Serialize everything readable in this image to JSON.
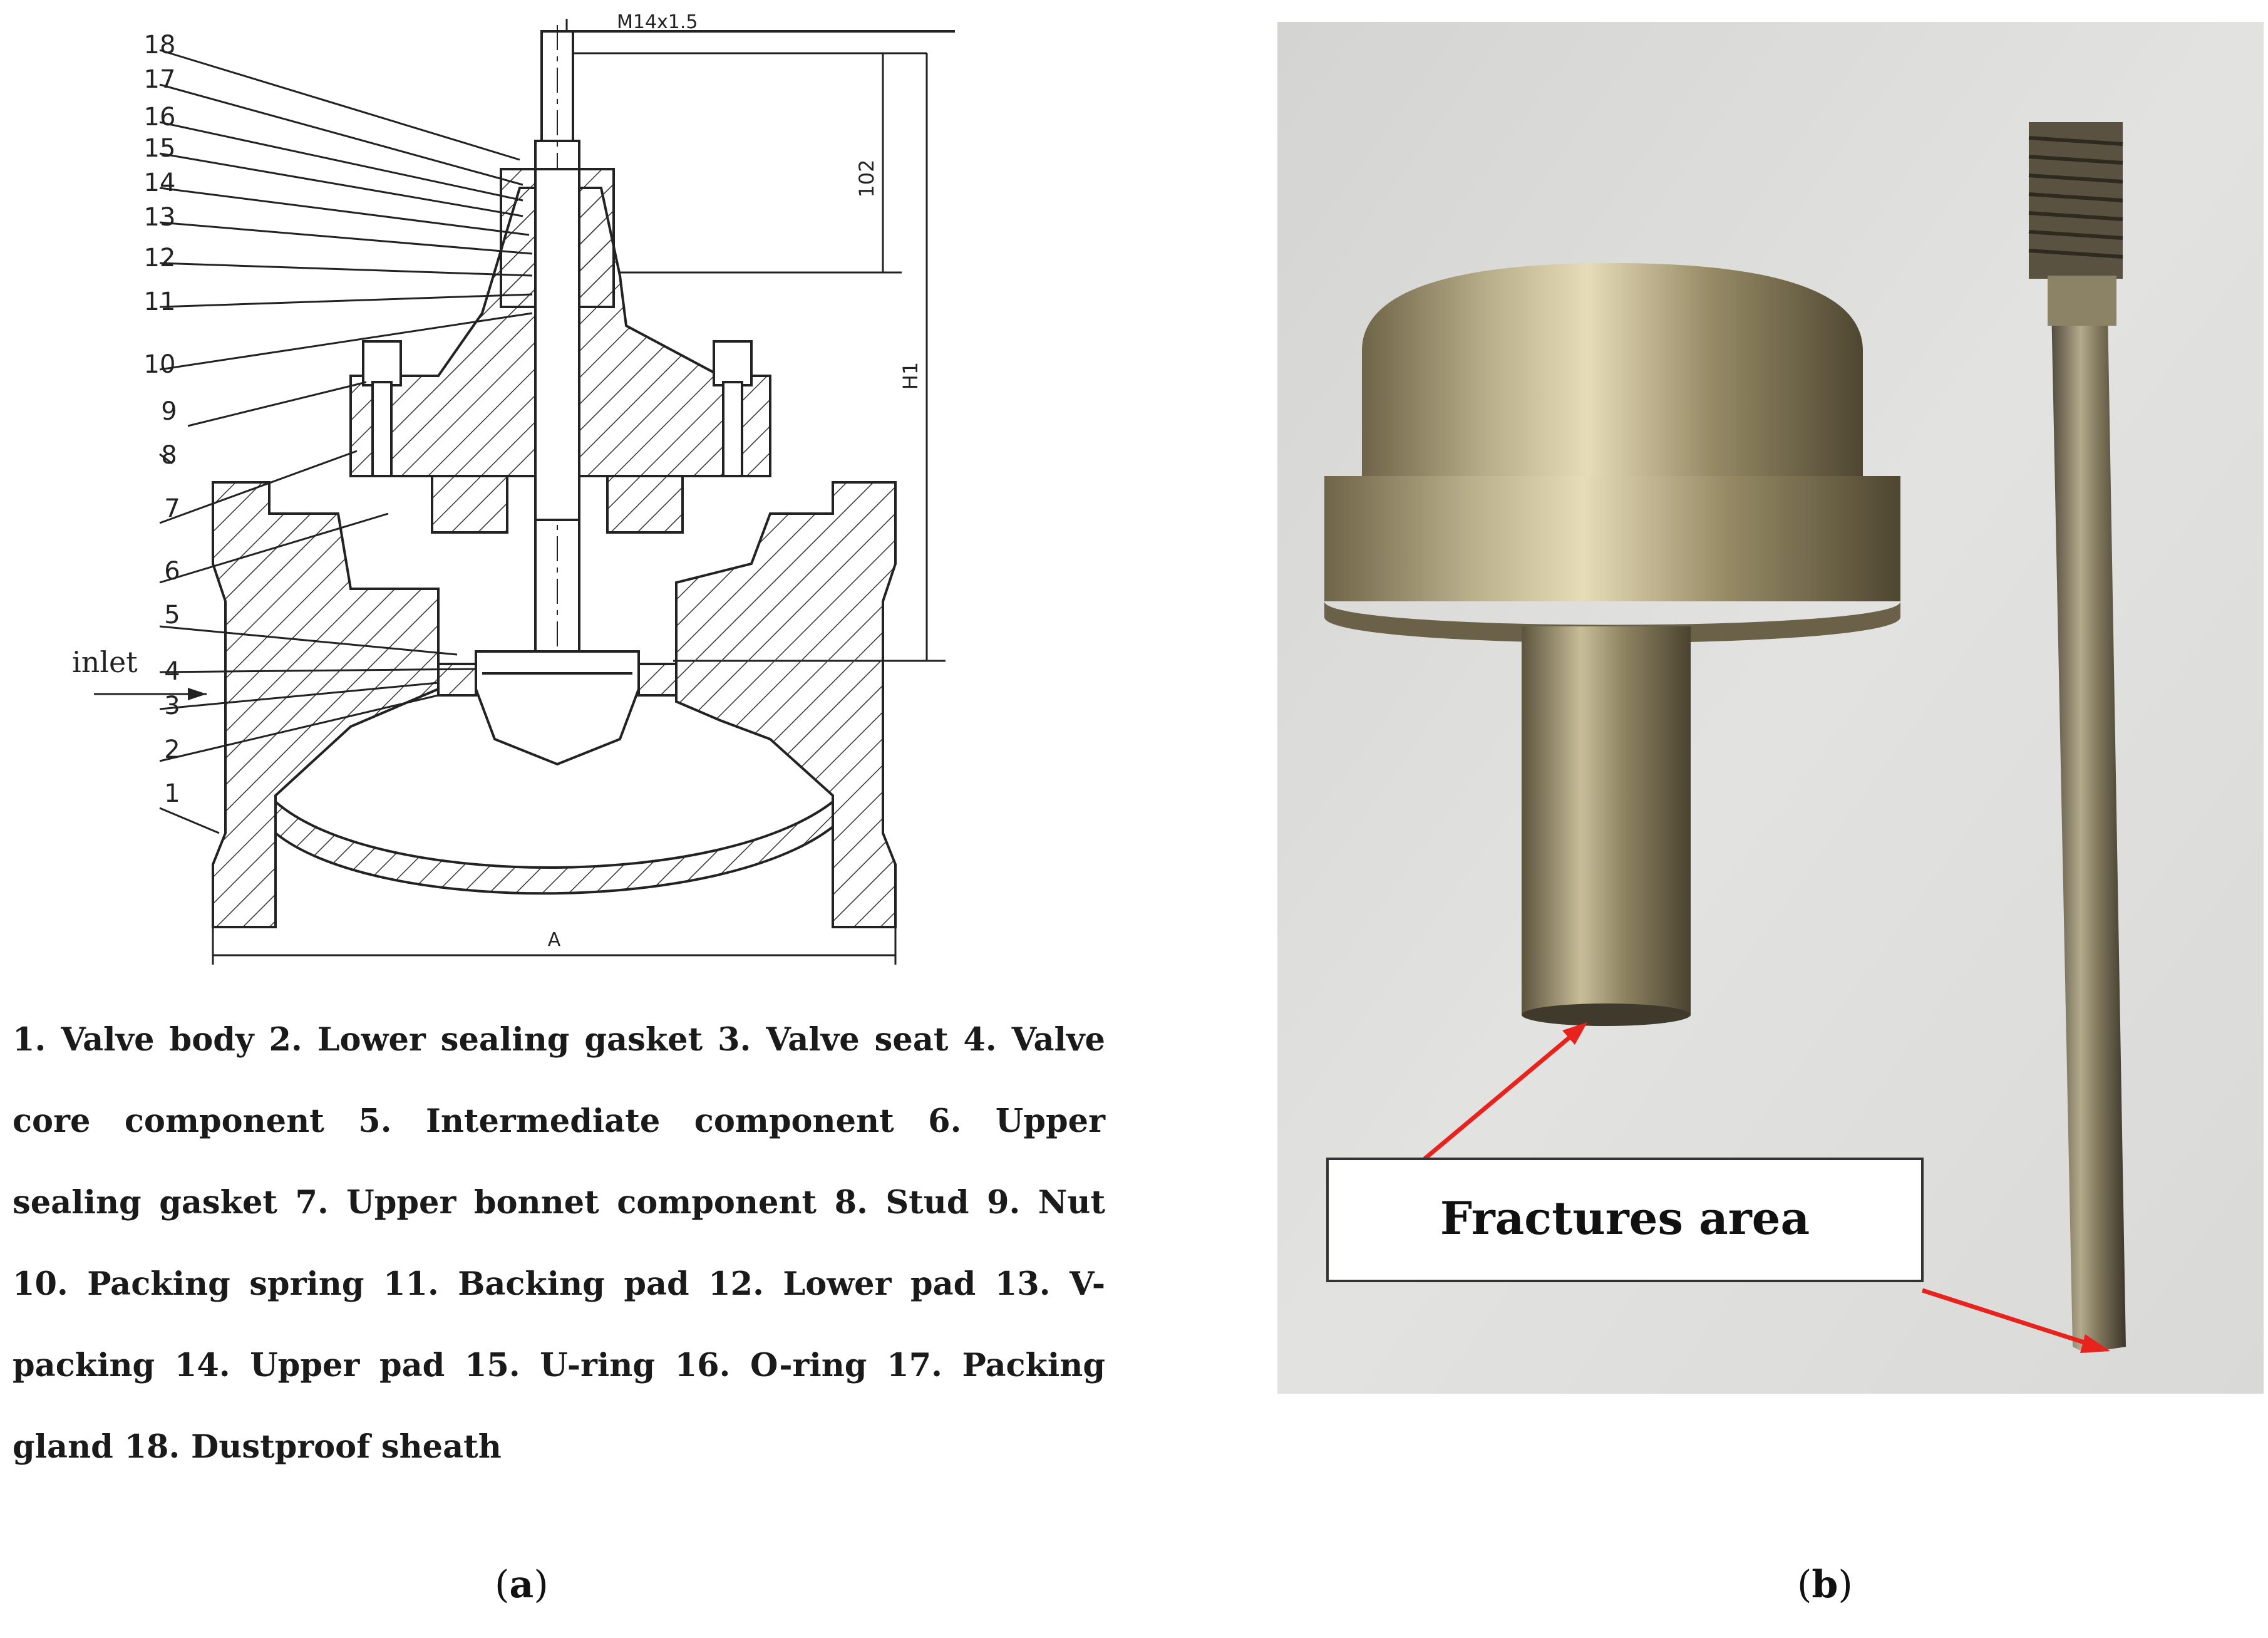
{
  "figure": {
    "panel_a": {
      "caption_letter": "a",
      "drawing": {
        "thread_label": "M14x1.5",
        "dim_102": "102",
        "dim_h1": "H1",
        "dim_a": "A",
        "inlet_label": "inlet",
        "part_numbers": [
          "18",
          "17",
          "16",
          "15",
          "14",
          "13",
          "12",
          "11",
          "10",
          "9",
          "8",
          "7",
          "6",
          "5",
          "4",
          "3",
          "2",
          "1"
        ]
      },
      "legend_text": "1. Valve body 2. Lower sealing gasket 3. Valve seat 4. Valve core component 5. Intermediate component 6. Upper sealing gasket 7. Upper bonnet component 8. Stud 9. Nut 10. Packing spring 11. Backing pad 12. Lower pad 13. V-packing 14. Upper pad 15. U-ring 16. O-ring 17. Packing gland 18. Dustproof sheath"
    },
    "panel_b": {
      "caption_letter": "b",
      "callout_label": "Fractures area",
      "colors": {
        "background": "#dcdcdc",
        "metal": "#b5a988",
        "arrow": "#e8231e"
      }
    }
  }
}
